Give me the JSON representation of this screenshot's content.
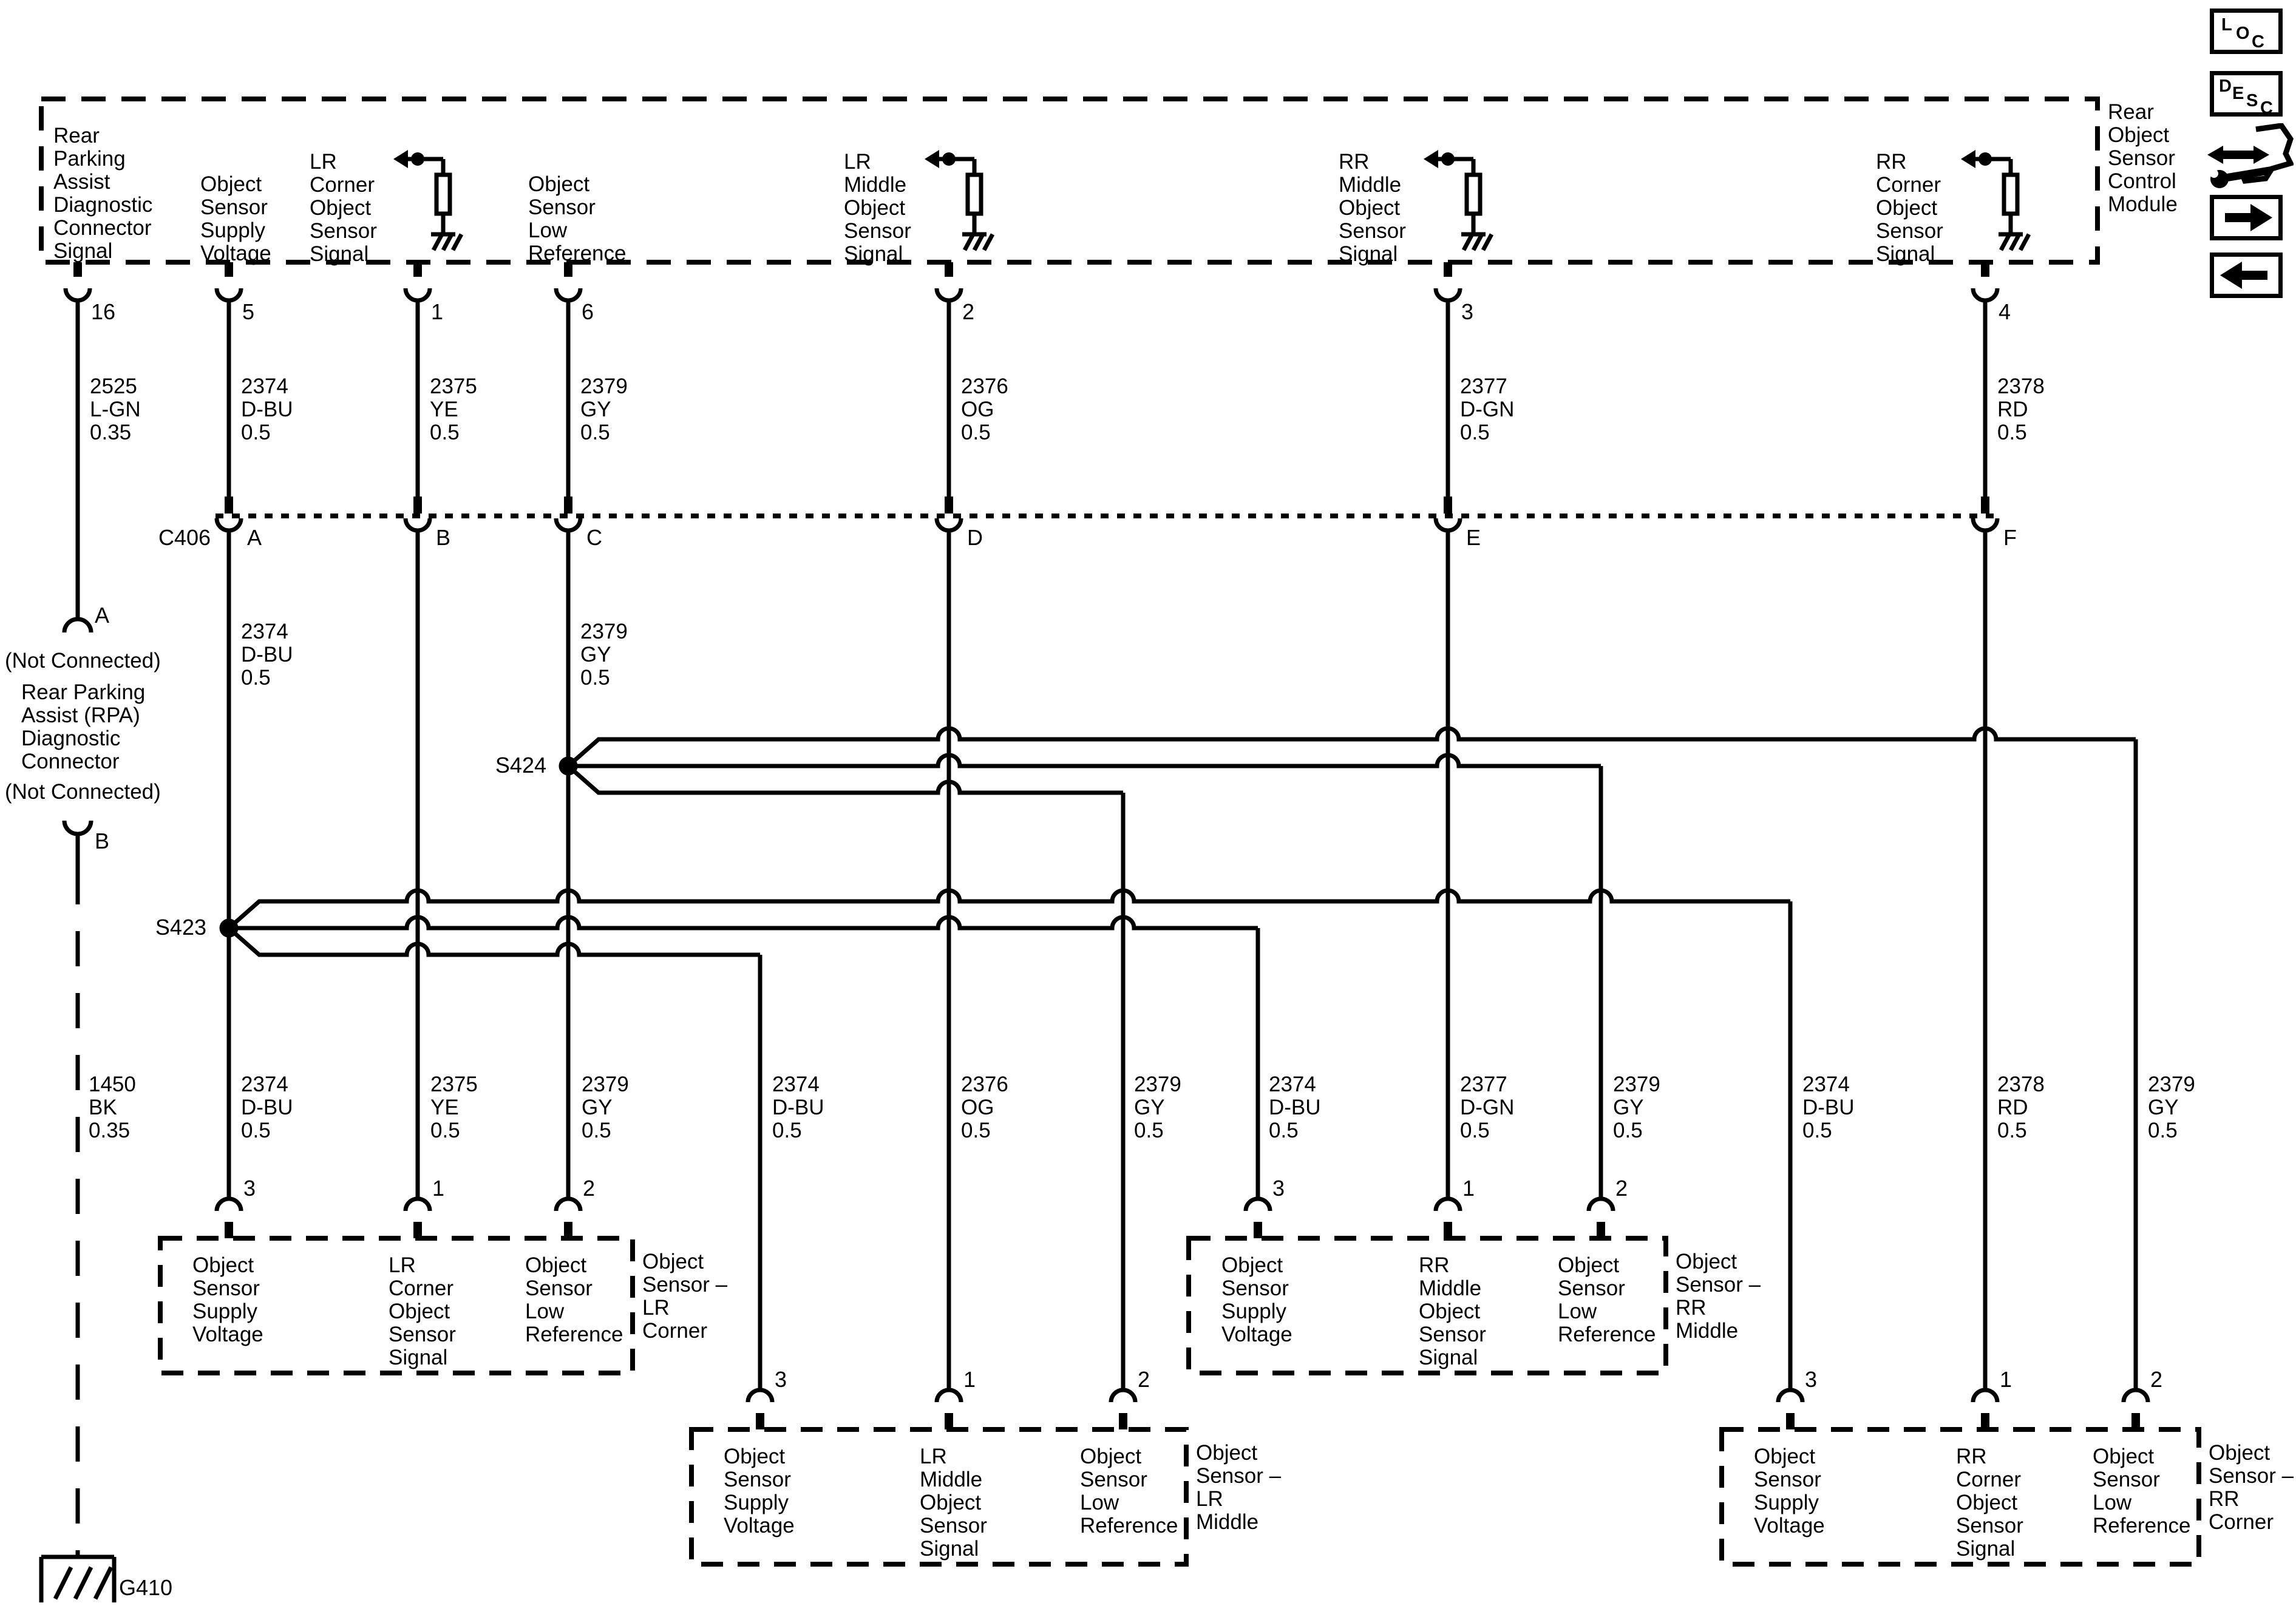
{
  "module": {
    "title": "Rear\nObject\nSensor\nControl\nModule",
    "topLabels": [
      "Rear\nParking\nAssist\nDiagnostic\nConnector\nSignal",
      "Object\nSensor\nSupply\nVoltage",
      "LR\nCorner\nObject\nSensor\nSignal",
      "Object\nSensor\nLow\nReference",
      "LR\nMiddle\nObject\nSensor\nSignal",
      "RR\nMiddle\nObject\nSensor\nSignal",
      "RR\nCorner\nObject\nSensor\nSignal"
    ],
    "topPins": [
      "16",
      "5",
      "1",
      "6",
      "2",
      "3",
      "4"
    ]
  },
  "topWires": [
    "2525\nL-GN\n0.35",
    "2374\nD-BU\n0.5",
    "2375\nYE\n0.5",
    "2379\nGY\n0.5",
    "2376\nOG\n0.5",
    "2377\nD-GN\n0.5",
    "2378\nRD\n0.5"
  ],
  "c406": {
    "name": "C406",
    "letters": [
      "A",
      "B",
      "C",
      "D",
      "E",
      "F"
    ]
  },
  "midWires": [
    "2374\nD-BU\n0.5",
    "2379\nGY\n0.5"
  ],
  "left": {
    "pin_a": "A",
    "nc1": "(Not Connected)",
    "rpa": "Rear Parking\nAssist (RPA)\nDiagnostic\nConnector",
    "nc2": "(Not Connected)",
    "pin_b": "B",
    "ground": "G410"
  },
  "splices": {
    "s424": "S424",
    "s423": "S423"
  },
  "botWires": [
    "1450\nBK\n0.35",
    "2374\nD-BU\n0.5",
    "2375\nYE\n0.5",
    "2379\nGY\n0.5",
    "2374\nD-BU\n0.5",
    "2376\nOG\n0.5",
    "2379\nGY\n0.5",
    "2374\nD-BU\n0.5",
    "2377\nD-GN\n0.5",
    "2379\nGY\n0.5",
    "2374\nD-BU\n0.5",
    "2378\nRD\n0.5",
    "2379\nGY\n0.5"
  ],
  "boxes": [
    {
      "pins": [
        "3",
        "1",
        "2"
      ],
      "labels": [
        "Object\nSensor\nSupply\nVoltage",
        "LR\nCorner\nObject\nSensor\nSignal",
        "Object\nSensor\nLow\nReference"
      ],
      "outside": "Object\nSensor –\nLR\nCorner"
    },
    {
      "pins": [
        "3",
        "1",
        "2"
      ],
      "labels": [
        "Object\nSensor\nSupply\nVoltage",
        "RR\nMiddle\nObject\nSensor\nSignal",
        "Object\nSensor\nLow\nReference"
      ],
      "outside": "Object\nSensor –\nRR\nMiddle"
    },
    {
      "pins": [
        "3",
        "1",
        "2"
      ],
      "labels": [
        "Object\nSensor\nSupply\nVoltage",
        "LR\nMiddle\nObject\nSensor\nSignal",
        "Object\nSensor\nLow\nReference"
      ],
      "outside": "Object\nSensor –\nLR\nMiddle"
    },
    {
      "pins": [
        "3",
        "1",
        "2"
      ],
      "labels": [
        "Object\nSensor\nSupply\nVoltage",
        "RR\nCorner\nObject\nSensor\nSignal",
        "Object\nSensor\nLow\nReference"
      ],
      "outside": "Object\nSensor –\nRR\nCorner"
    }
  ],
  "sidebar": {
    "loc": [
      "L",
      "O",
      "C"
    ],
    "desc": [
      "D",
      "E",
      "S",
      "C"
    ]
  },
  "colors": {
    "line": "#000000",
    "background": "#ffffff"
  }
}
